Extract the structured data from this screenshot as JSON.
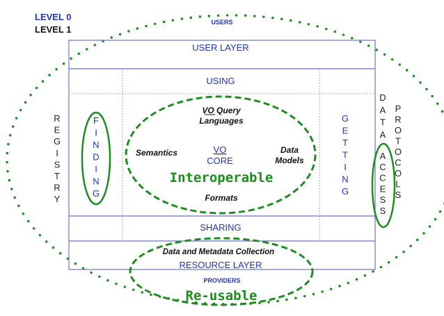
{
  "legend": {
    "level0": "LEVEL 0",
    "level1": "LEVEL 1"
  },
  "top_label": "USERS",
  "bottom_label": "PROVIDERS",
  "layers": {
    "user_layer": "USER LAYER",
    "using": "USING",
    "sharing": "SHARING",
    "resource_layer": "RESOURCE LAYER",
    "data_collection": "Data and Metadata Collection"
  },
  "vertical": {
    "registry": "REGISTRY",
    "finding": "FINDING",
    "getting": "GETTING",
    "data": "DATA",
    "access": "ACCESS",
    "protocols": "PROTOCOLS"
  },
  "core": {
    "vo_query_1": "VO Query",
    "vo_query_2": "Languages",
    "semantics": "Semantics",
    "vo": "VO",
    "core": "CORE",
    "data_models_1": "Data",
    "data_models_2": "Models",
    "interoperable": "Interoperable",
    "formats": "Formats"
  },
  "reusable": "Re-usable",
  "colors": {
    "blue": "#2233bb",
    "green": "#1f8c1f",
    "border": "#6b72cc",
    "dash": "#9aa0d8"
  }
}
